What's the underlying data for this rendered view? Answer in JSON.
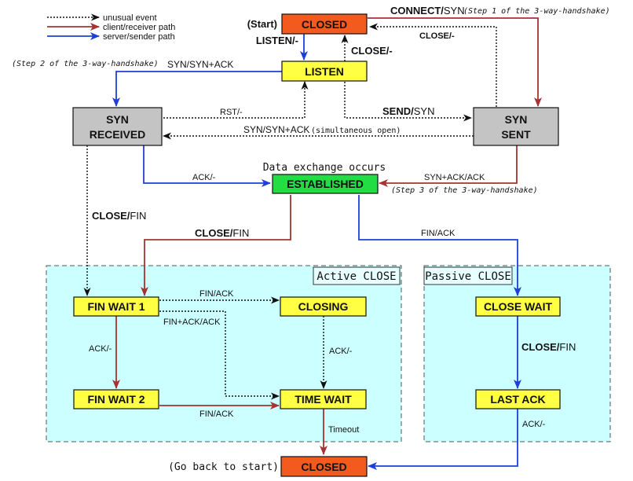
{
  "colors": {
    "client": "#a83232",
    "server": "#1f3fd6",
    "unusual": "#111111",
    "state_yellow": "#ffff44",
    "state_closed": "#f25a1e",
    "state_gray": "#c4c4c4",
    "state_established": "#22dd44",
    "region_fill": "#ccffff"
  },
  "legend": {
    "unusual": "unusual event",
    "client": "client/receiver path",
    "server": "server/sender path"
  },
  "regions": {
    "active": "Active CLOSE",
    "passive": "Passive CLOSE"
  },
  "states": {
    "closed": "CLOSED",
    "listen": "LISTEN",
    "syn_received_1": "SYN",
    "syn_received_2": "RECEIVED",
    "syn_sent_1": "SYN",
    "syn_sent_2": "SENT",
    "established": "ESTABLISHED",
    "fin_wait_1": "FIN WAIT 1",
    "fin_wait_2": "FIN WAIT 2",
    "closing": "CLOSING",
    "time_wait": "TIME WAIT",
    "close_wait": "CLOSE WAIT",
    "last_ack": "LAST ACK",
    "closed_end": "CLOSED"
  },
  "annotations": {
    "start": "(Start)",
    "go_back": "(Go back to start)",
    "data_exchange": "Data exchange occurs",
    "step1": "(Step 1 of the 3-way-handshake)",
    "step2": "(Step 2 of the 3-way-handshake)",
    "step3": "(Step 3 of the 3-way-handshake)",
    "simultaneous": "(simultaneous open)"
  },
  "transitions": {
    "connect_bold": "CONNECT/",
    "connect_rest": "SYN",
    "listen": "LISTEN/-",
    "close_listen": "CLOSE/-",
    "close_synsent": "CLOSE/-",
    "syn_synack": "SYN/SYN+ACK",
    "rst": "RST/-",
    "send_bold": "SEND/",
    "send_rest": "SYN",
    "simul_synack": "SYN/SYN+ACK",
    "ack_established": "ACK/-",
    "synack_ack": "SYN+ACK/ACK",
    "close_fin_synrcvd_bold": "CLOSE/",
    "close_fin_synrcvd_rest": "FIN",
    "close_fin_est_bold": "CLOSE/",
    "close_fin_est_rest": "FIN",
    "fin_ack_passive": "FIN/ACK",
    "fin_ack_closing": "FIN/ACK",
    "finack_ack": "FIN+ACK/ACK",
    "ack_fw1": "ACK/-",
    "ack_closing": "ACK/-",
    "fin_ack_fw2": "FIN/ACK",
    "close_fin_passive_bold": "CLOSE/",
    "close_fin_passive_rest": "FIN",
    "timeout": "Timeout",
    "ack_last": "ACK/-"
  }
}
